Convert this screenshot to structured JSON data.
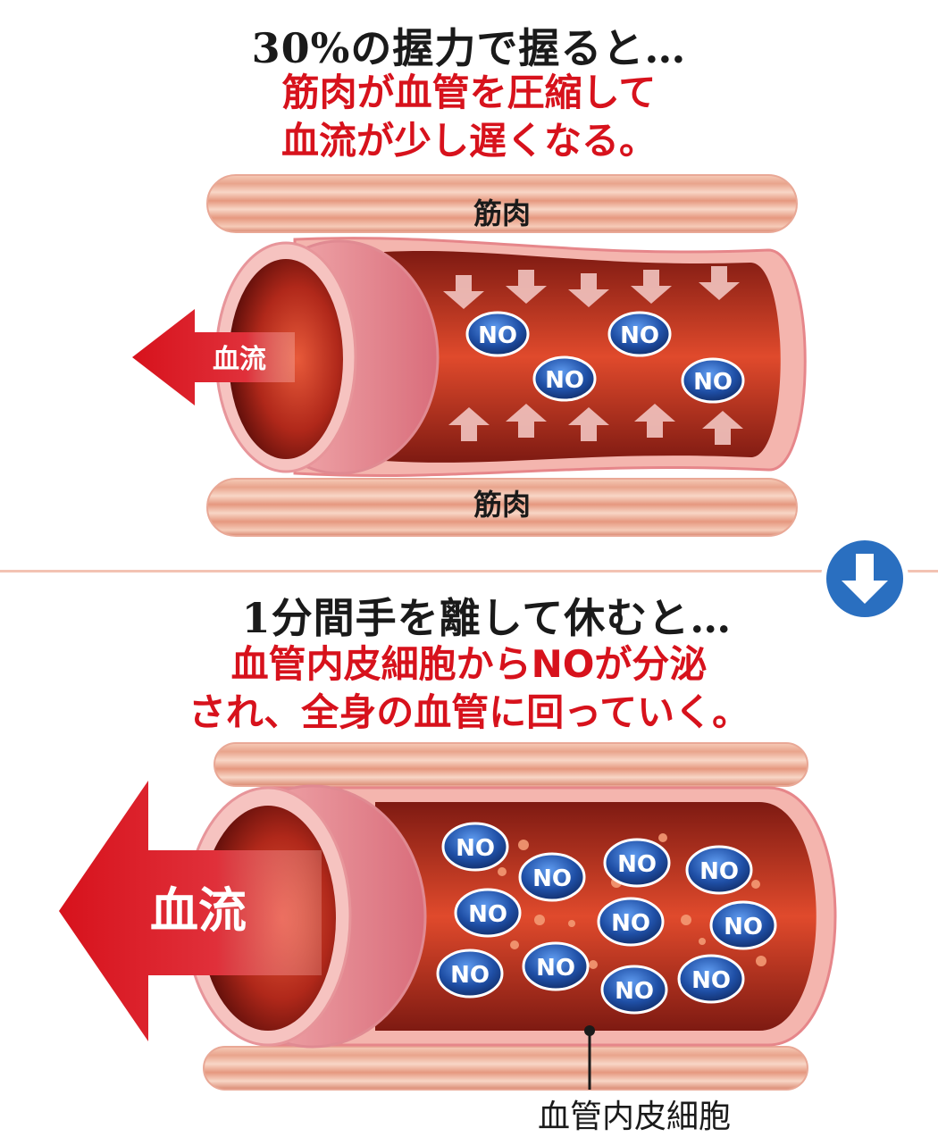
{
  "section1": {
    "title": "30%の握力で握ると…",
    "subtitle_line1": "筋肉が血管を圧縮して",
    "subtitle_line2": "血流が少し遅くなる。",
    "muscle_top_label": "筋肉",
    "muscle_bottom_label": "筋肉",
    "flow_label": "血流",
    "no_labels": [
      "NO",
      "NO",
      "NO",
      "NO"
    ]
  },
  "transition_icon": "arrow-down-circle-icon",
  "section2": {
    "title": "1分間手を離して休むと…",
    "subtitle_line1": "血管内皮細胞からNOが分泌",
    "subtitle_line2": "され、全身の血管に回っていく。",
    "flow_label": "血流",
    "no_labels": [
      "NO",
      "NO",
      "NO",
      "NO",
      "NO",
      "NO",
      "NO",
      "NO",
      "NO",
      "NO",
      "NO"
    ],
    "callout_label": "血管内皮細胞"
  },
  "colors": {
    "heading_red": "#d7121c",
    "arrow_red": "#d7121c",
    "vessel_inner": "#b8301e",
    "vessel_wall": "#f4a7a4",
    "no_blue": "#1f4fa6",
    "icon_blue": "#2a6fc0"
  }
}
